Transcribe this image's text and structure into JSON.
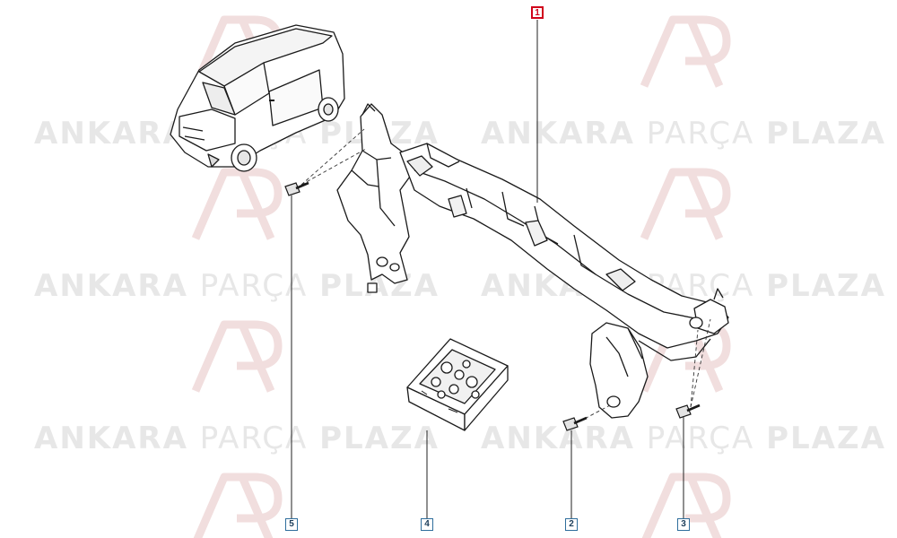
{
  "watermark": {
    "brand_left": "ANKARA",
    "brand_mid": "PARÇA",
    "brand_right": "PLAZA",
    "logo_letters": "AP"
  },
  "callouts": [
    {
      "id": "1",
      "label": "1",
      "part": "dashboard-crossmember"
    },
    {
      "id": "2",
      "label": "2",
      "part": "bolt-right-bracket"
    },
    {
      "id": "3",
      "label": "3",
      "part": "bolt-right-end"
    },
    {
      "id": "4",
      "label": "4",
      "part": "fastener-kit-box"
    },
    {
      "id": "5",
      "label": "5",
      "part": "bolt-left"
    }
  ],
  "colors": {
    "outline": "#1a1a1a",
    "leader": "#222222",
    "callout_main": "#d0021b",
    "callout_border": "#2f6e9c",
    "watermark_text": "#e7e7e7",
    "watermark_logo": "#f1dede"
  }
}
